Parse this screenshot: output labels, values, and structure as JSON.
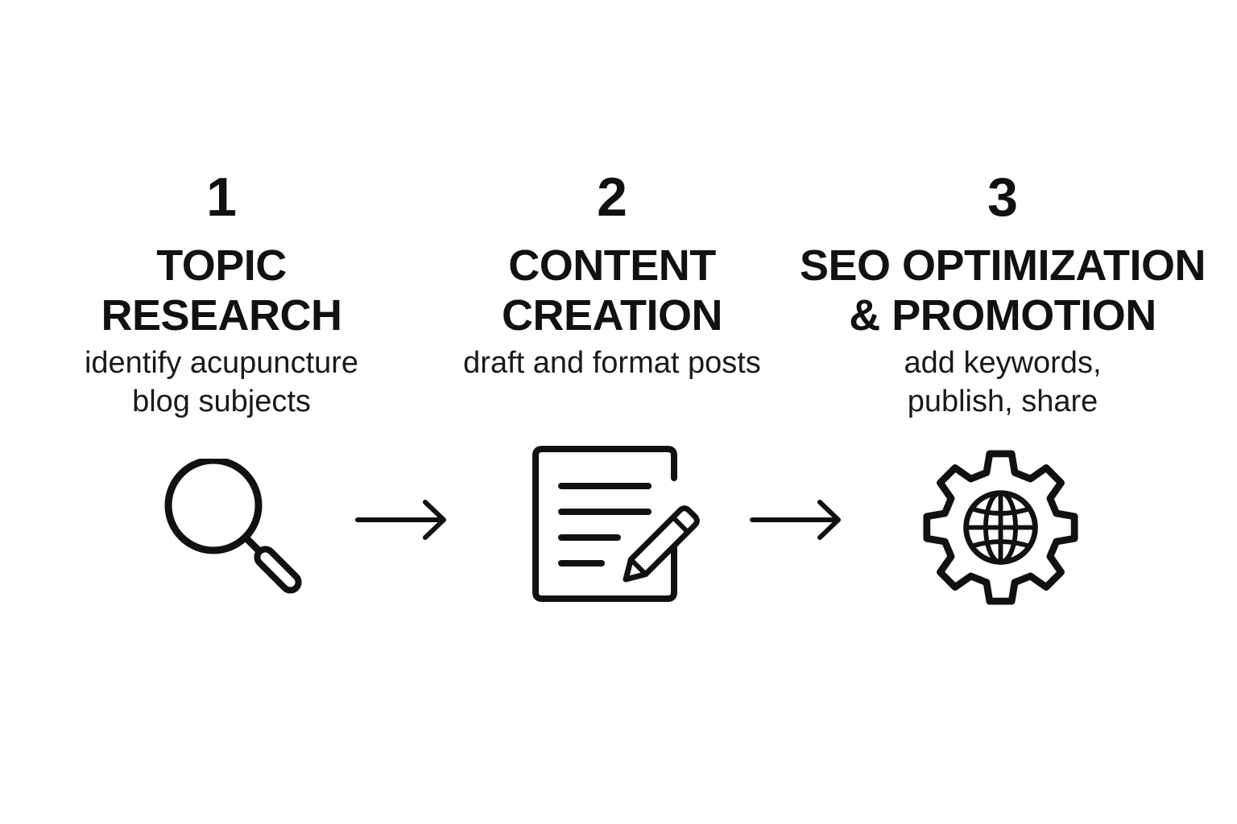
{
  "steps": [
    {
      "number": "1",
      "title_lines": [
        "TOPIC",
        "RESEARCH"
      ],
      "description_lines": [
        "identify acupuncture",
        "blog subjects"
      ],
      "icon": "search-icon"
    },
    {
      "number": "2",
      "title_lines": [
        "CONTENT",
        "CREATION"
      ],
      "description_lines": [
        "draft and format posts"
      ],
      "icon": "document-edit-icon"
    },
    {
      "number": "3",
      "title_lines": [
        "SEO OPTIMIZATION",
        "& PROMOTION"
      ],
      "description_lines": [
        "add keywords,",
        "publish, share"
      ],
      "icon": "gear-globe-icon"
    }
  ],
  "connectors": [
    "arrow-right-icon",
    "arrow-right-icon"
  ],
  "colors": {
    "ink": "#111111",
    "background": "#ffffff"
  }
}
